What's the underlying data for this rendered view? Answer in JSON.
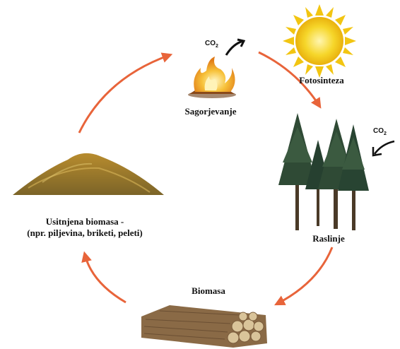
{
  "stages": {
    "burning": "Sagorjevanje",
    "photosynthesis": "Fotosinteza",
    "plants": "Raslinje",
    "biomass": "Biomasa",
    "shredded_line1": "Usitnjena biomasa -",
    "shredded_line2": "(npr. piljevina, briketi, peleti)"
  },
  "co2": {
    "main": "CO",
    "sub": "2"
  },
  "icons": [
    "fire-icon",
    "sun-icon",
    "forest-icon",
    "log-pile-icon",
    "sawdust-pile-icon"
  ],
  "colors": {
    "cycle_arrow": "#e8643a",
    "sun": "#f2c511",
    "tree": "#2f4a35",
    "wood": "#a07a52",
    "sawdust": "#c9a23c"
  }
}
